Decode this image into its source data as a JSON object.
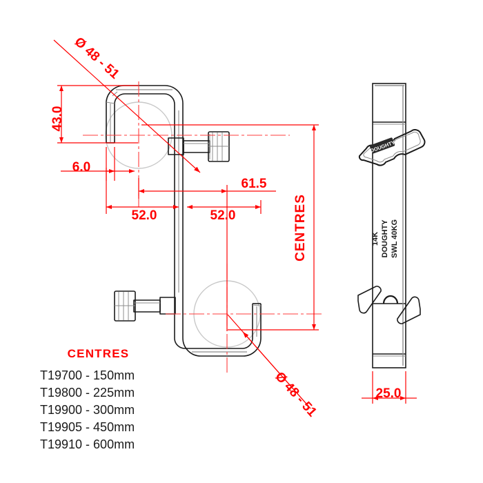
{
  "drawing": {
    "title": "Doughty clamp technical drawing",
    "colors": {
      "dimension": "#ff0000",
      "outline": "#1a1a1a",
      "ghost": "#bdbdbd",
      "shade": "#8c8c8c"
    }
  },
  "dimensions": {
    "diameter_top": "Ø 48 - 51",
    "diameter_bottom": "Ø 48 - 51",
    "height_43": "43.0",
    "offset_6": "6.0",
    "width_52_left": "52.0",
    "width_52_right": "52.0",
    "width_61_5": "61.5",
    "centres_label": "CENTRES",
    "side_width_25": "25.0"
  },
  "side_view": {
    "wingnut_badge": "DOUGHTY",
    "stamp_line1": "14K",
    "stamp_line2": "DOUGHTY",
    "stamp_line3": "SWL 40KG"
  },
  "legend": {
    "title": "CENTRES",
    "items": [
      "T19700 - 150mm",
      "T19800 - 225mm",
      "T19900 - 300mm",
      "T19905 - 450mm",
      "T19910 - 600mm"
    ]
  }
}
